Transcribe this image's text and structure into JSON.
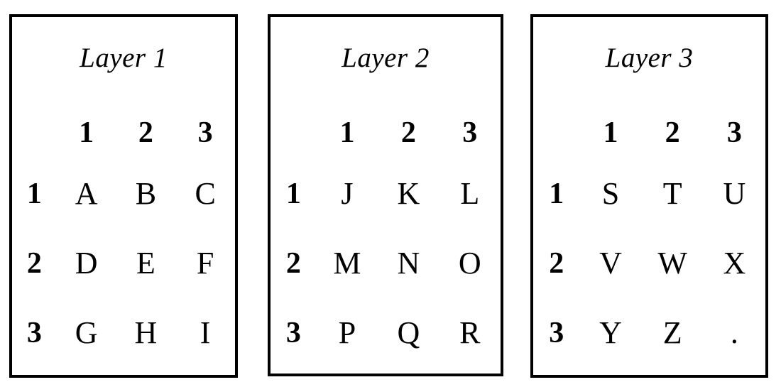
{
  "page": {
    "background_color": "#ffffff",
    "foreground_color": "#000000",
    "border_color": "#000000"
  },
  "panels": [
    {
      "title": "Layer 1",
      "column_headers": [
        "1",
        "2",
        "3"
      ],
      "row_headers": [
        "1",
        "2",
        "3"
      ],
      "rows": [
        [
          "A",
          "B",
          "C"
        ],
        [
          "D",
          "E",
          "F"
        ],
        [
          "G",
          "H",
          "I"
        ]
      ]
    },
    {
      "title": "Layer 2",
      "column_headers": [
        "1",
        "2",
        "3"
      ],
      "row_headers": [
        "1",
        "2",
        "3"
      ],
      "rows": [
        [
          "J",
          "K",
          "L"
        ],
        [
          "M",
          "N",
          "O"
        ],
        [
          "P",
          "Q",
          "R"
        ]
      ]
    },
    {
      "title": "Layer 3",
      "column_headers": [
        "1",
        "2",
        "3"
      ],
      "row_headers": [
        "1",
        "2",
        "3"
      ],
      "rows": [
        [
          "S",
          "T",
          "U"
        ],
        [
          "V",
          "W",
          "X"
        ],
        [
          "Y",
          "Z",
          "."
        ]
      ]
    }
  ]
}
